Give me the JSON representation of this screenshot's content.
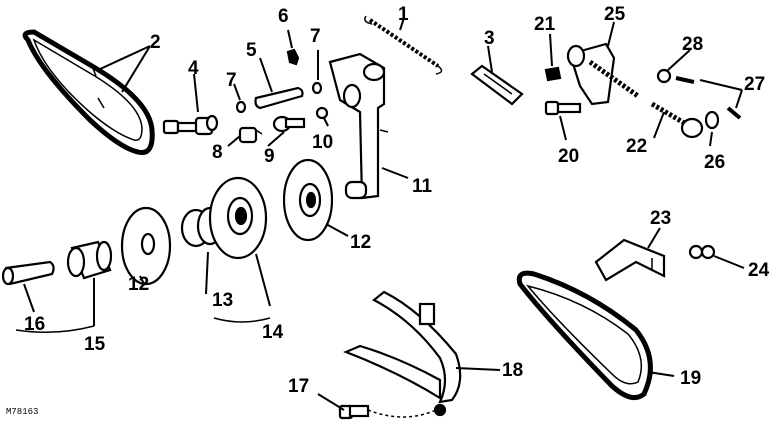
{
  "diagram": {
    "callouts": {
      "c1": "1",
      "c2": "2",
      "c3": "3",
      "c4": "4",
      "c5": "5",
      "c6": "6",
      "c7a": "7",
      "c7b": "7",
      "c8": "8",
      "c9": "9",
      "c10": "10",
      "c11": "11",
      "c12a": "12",
      "c12b": "12",
      "c13": "13",
      "c14": "14",
      "c15": "15",
      "c16": "16",
      "c17": "17",
      "c18": "18",
      "c19": "19",
      "c20": "20",
      "c21": "21",
      "c22": "22",
      "c23": "23",
      "c24": "24",
      "c25": "25",
      "c26": "26",
      "c27": "27",
      "c28": "28"
    },
    "image_code": "M78163"
  }
}
